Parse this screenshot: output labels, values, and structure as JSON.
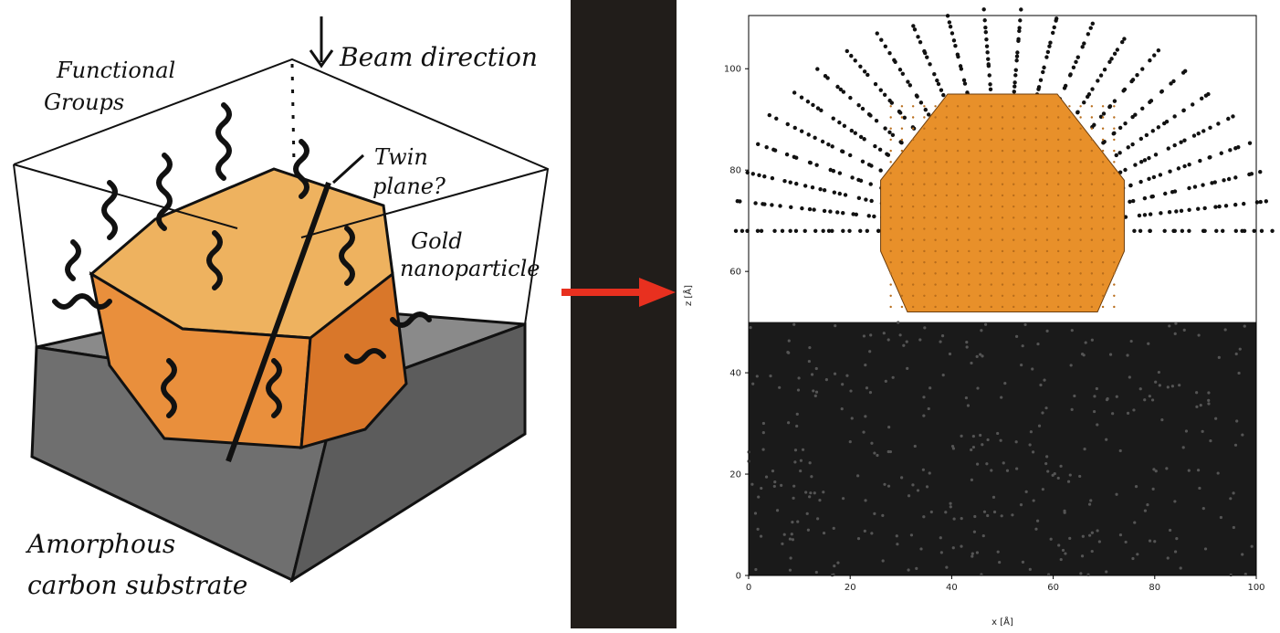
{
  "sketch": {
    "labels": {
      "functional_groups_1": "Functional",
      "functional_groups_2": "Groups",
      "beam_direction": "Beam direction",
      "twin_plane_1": "Twin",
      "twin_plane_2": "plane?",
      "gold_1": "Gold",
      "gold_2": "nanoparticle",
      "carbon_1": "Amorphous",
      "carbon_2": "carbon substrate"
    },
    "colors": {
      "gold_light": "#eeb25f",
      "gold_mid": "#e98f3c",
      "gold_dark": "#d9772a",
      "substrate": "#6f6f6f",
      "ink": "#111111"
    }
  },
  "arrow": {
    "color": "#e8301f"
  },
  "chart_data": {
    "type": "scatter",
    "title": "",
    "xlabel": "x [Å]",
    "ylabel": "z [Å]",
    "xlim": [
      -5,
      103
    ],
    "ylim": [
      -4,
      110
    ],
    "xticks": [
      0,
      20,
      40,
      60,
      80,
      100
    ],
    "yticks": [
      0,
      20,
      40,
      60,
      80,
      100
    ],
    "grid": false,
    "series": [
      {
        "kind": "carbon-substrate",
        "color": "#1a1a1a",
        "x_range": [
          0,
          100
        ],
        "z_range": [
          0,
          50
        ]
      },
      {
        "kind": "gold-nanoparticle",
        "color": "#e8902a",
        "center": [
          50,
          68
        ],
        "half_width": 24,
        "top": 95,
        "bottom": 50
      },
      {
        "kind": "functional-groups",
        "color": "#111111",
        "center": [
          50,
          68
        ],
        "extent": 110
      }
    ]
  }
}
